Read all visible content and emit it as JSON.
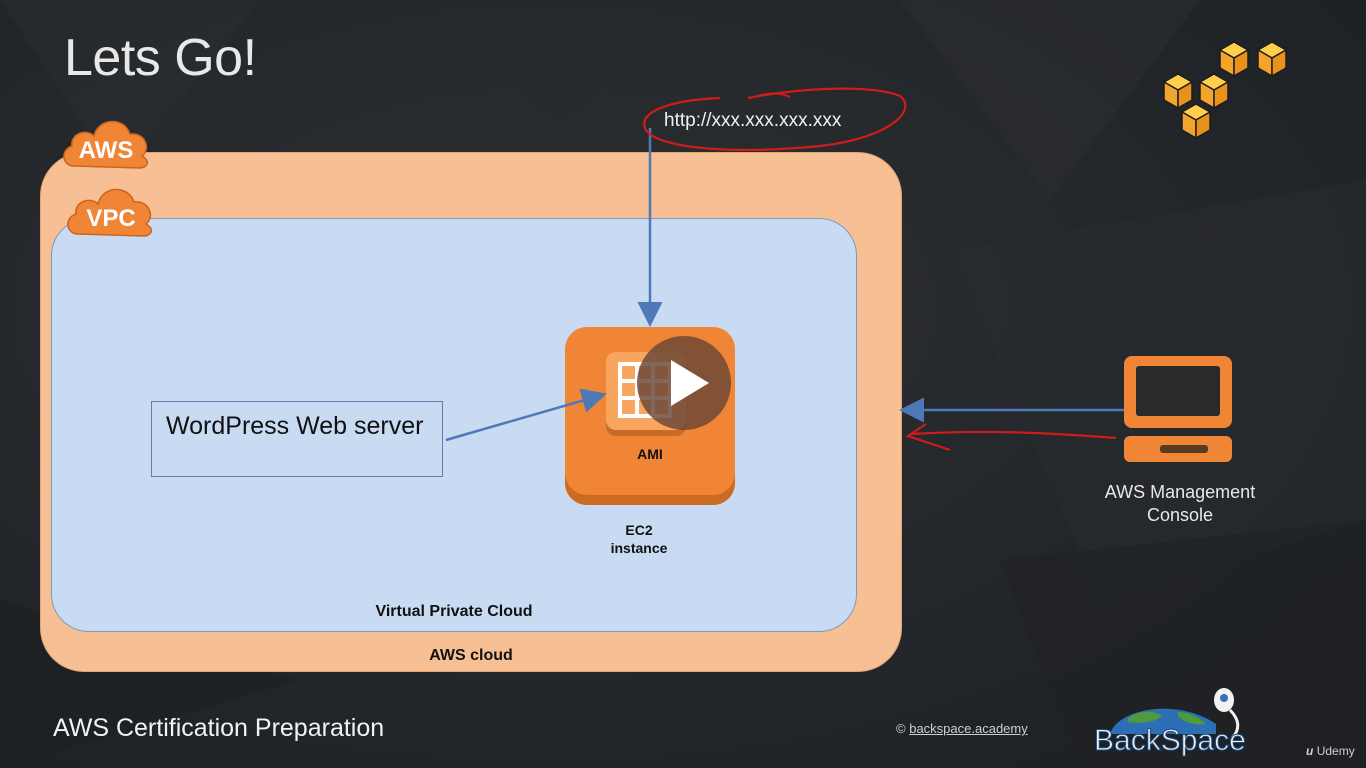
{
  "slide": {
    "title": "Lets Go!",
    "footer_title": "AWS Certification Preparation",
    "copyright_symbol": "©",
    "copyright_link": "backspace.academy",
    "brand_name": "BackSpace",
    "player_brand": "Udemy"
  },
  "diagram": {
    "aws_badge": "AWS",
    "vpc_badge": "VPC",
    "aws_cloud_label": "AWS cloud",
    "vpc_label": "Virtual Private Cloud",
    "url": "http://xxx.xxx.xxx.xxx",
    "wordpress_label": "WordPress Web server",
    "ami_label": "AMI",
    "ec2_label_line1": "EC2",
    "ec2_label_line2": "instance",
    "console_line1": "AWS Management",
    "console_line2": "Console"
  },
  "colors": {
    "aws_orange": "#f08535",
    "aws_cloud_fill": "#f7bf94",
    "vpc_fill": "#c8dbf2",
    "arrow_blue": "#4f78b8",
    "annotation_red": "#d01b1b",
    "background": "#23262a"
  },
  "icons": [
    "aws-cubes-logo",
    "ec2-ami-icon",
    "laptop-console-icon",
    "play-icon",
    "rocket-icon",
    "globe-icon"
  ]
}
